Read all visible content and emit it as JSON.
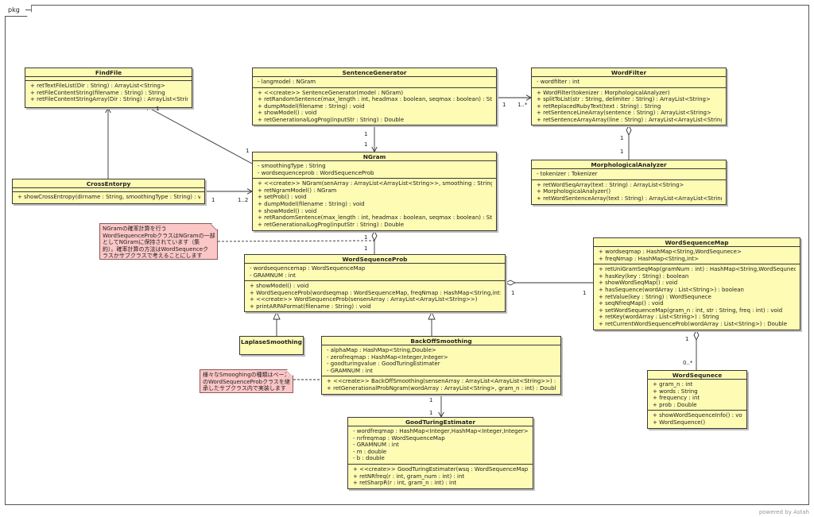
{
  "frame": {
    "label": "pkg"
  },
  "classes": {
    "findfile": {
      "name": "FindFile",
      "attributes": [],
      "operations": [
        "+ retTextFileList(Dir : String) : ArrayList<String>",
        "+ retFileContentString(filename : String) : String",
        "+ retFileContentStringArray(Dir : String) : ArrayList<String>"
      ]
    },
    "sentencegenerator": {
      "name": "SentenceGenerator",
      "attributes": [
        "- langmodel : NGram"
      ],
      "operations": [
        "+ <<create>> SentenceGenerator(model : NGram)",
        "+ retRandomSentence(max_length : int, headmax : boolean, seqmax : boolean) : String",
        "+ dumpModel(filename : String) : void",
        "+ showModel() : void",
        "+ retGenerationalLogProg(inputStr : String) : Double"
      ]
    },
    "wordfilter": {
      "name": "WordFilter",
      "attributes": [
        "- wordfilter : int"
      ],
      "operations": [
        "+ WordFilter(tokenizer : MorphologicalAnalyzer)",
        "+ splitToList(str : String, delimiter : String) : ArrayList<String>",
        "+ retReplacedRubyText(text : String) : String",
        "+ retSentenceLineArray(sentence : String) : ArrayList<String>",
        "+ retSentenceArrayArray(line : String) : ArrayList<ArrayList<String>>"
      ]
    },
    "morphologicalanalyzer": {
      "name": "MorphologicalAnalyzer",
      "attributes": [
        "- tokenizer : Tokenizer"
      ],
      "operations": [
        "+ retWordSeqArray(text : String) : ArrayList<String>",
        "+ MorphologicalAnalyzer()",
        "+ retWordSentenceArray(text : String) : ArrayList<ArrayList<String>>"
      ]
    },
    "crossentropy": {
      "name": "CrossEntorpy",
      "attributes": [],
      "operations": [
        "+ showCrossEntropy(dirname : String, smoothingType : String) : void"
      ]
    },
    "ngram": {
      "name": "NGram",
      "attributes": [
        "- smoothingType : String",
        "- wordsequenceprob : WordSequenceProb"
      ],
      "operations": [
        "+ <<create>> NGram(senArray : ArrayList<ArrayList<String>>, smoothing : String)",
        "+ retNgramModel() : NGram",
        "+ setProb() : void",
        "+ dumpModel(filename : String) : void",
        "+ showModel() : void",
        "+ retRandomSentence(max_length : int, headmax : boolean, seqmax : boolean) : String",
        "+ retGenerationalLogProg(inputStr : String) : Double"
      ]
    },
    "wordsequenceprob": {
      "name": "WordSequenceProb",
      "attributes": [
        "- wordsequencemap : WordSequenceMap",
        "- GRAMNUM : int"
      ],
      "operations": [
        "+ showModel() : void",
        "+ WordSequenceProb(wordseqmap : WordSequenceMap, freqNmap : HashMap<String,int>)",
        "+ <<create>> WordSequenceProb(sensenArray : ArrayList<ArrayList<String>>)",
        "+ printARPAFormat(filename : String) : void"
      ]
    },
    "wordsequencemap": {
      "name": "WordSequenceMap",
      "attributes": [
        "+ wordseqmap : HashMap<String,WordSequnece>",
        "+ freqNmap : HashMap<String,int>"
      ],
      "operations": [
        "+ retUniGramSeqMap(gramNum : int) : HashMap<String,WordSequnece>",
        "+ hasKey(key : String) : boolean",
        "+ showWordSeqMap() : void",
        "+ hasSequence(wordArray : List<String>) : boolean",
        "+ retValue(key : String) : WordSequnece",
        "+ seqNfreqMap() : void",
        "+ setWordSequenceMap(gram_n : int, str : String, freq : int) : void",
        "+ retKey(wordArray : List<String>) : String",
        "+ retCurrentWordSequenceProb(wordArray : List<String>) : Double"
      ]
    },
    "laplacesmoothing": {
      "name": "LaplaseSmoothing",
      "attributes": [],
      "operations": []
    },
    "backoffsmoothing": {
      "name": "BackOffSmoothing",
      "attributes": [
        "- alphaMap : HashMap<String,Double>",
        "- zerofreqmap : HashMap<Integer,Integer>",
        "- goodturingvalue : GoodTuringEstimater",
        "- GRAMNUM : int"
      ],
      "operations": [
        "+ <<create>> BackOffSmoothing(sensenArray : ArrayList<ArrayList<String>>) : void",
        "+ retGenerationalProbNgram(wordArray : ArrayList<String>, gram_n : int) : Double"
      ]
    },
    "wordsequnece": {
      "name": "WordSequnece",
      "attributes": [
        "+ gram_n : int",
        "+ words : String",
        "+ frequency : int",
        "+ prob : Double"
      ],
      "operations": [
        "+ showWordSequenceInfo() : void",
        "+ WordSequence()"
      ]
    },
    "goodturingestimater": {
      "name": "GoodTuringEstimater",
      "attributes": [
        "- wordfreqmap : HashMap<Integer,HashMap<Integer,Integer>>",
        "- nrfreqmap : WordSequenceMap",
        "- GRAMNUM : int",
        "- m : double",
        "- b : double"
      ],
      "operations": [
        "+ <<create>> GoodTuringEstimater(wsq : WordSequenceMap)",
        "+ retNRfreq(r : int, gram_num : int) : int",
        "+ retSharpR(r : int, gram_n : int) : int"
      ]
    }
  },
  "notes": {
    "ngram_note": [
      "NGramの確率計算を行う",
      "WordSequenceProbクラスはNGramの一部",
      "としてNGramに保持されています（集",
      "約）。確率計算の方法はWordSequenceク",
      "ラスかサブクラスで考えることにします"
    ],
    "smoothing_note": [
      "様々なSmooghingの種類はベース",
      "のWordSequenceProbクラスを継",
      "承したサブクラス内で実装します"
    ]
  },
  "multiplicities": {
    "ngram_findfile": "1",
    "ngram_findfile_near": "1",
    "sg_ngram_top": "1",
    "sg_ngram_bottom": "1",
    "sg_wordfilter_left": "1",
    "sg_wordfilter_right": "1..*",
    "wf_ma_top": "1",
    "wf_ma_bottom": "1",
    "ce_ngram_left": "1",
    "ce_ngram_right": "1..2",
    "ngram_wsp_top": "1",
    "ngram_wsp_bottom": "1",
    "wsp_wsm_left": "1",
    "wsp_wsm_right": "1",
    "wsm_ws_top": "1",
    "wsm_ws_bottom": "0..*",
    "bo_gt_top": "1",
    "bo_gt_bottom": "1"
  },
  "footer": {
    "powered": "powered by Astah"
  }
}
